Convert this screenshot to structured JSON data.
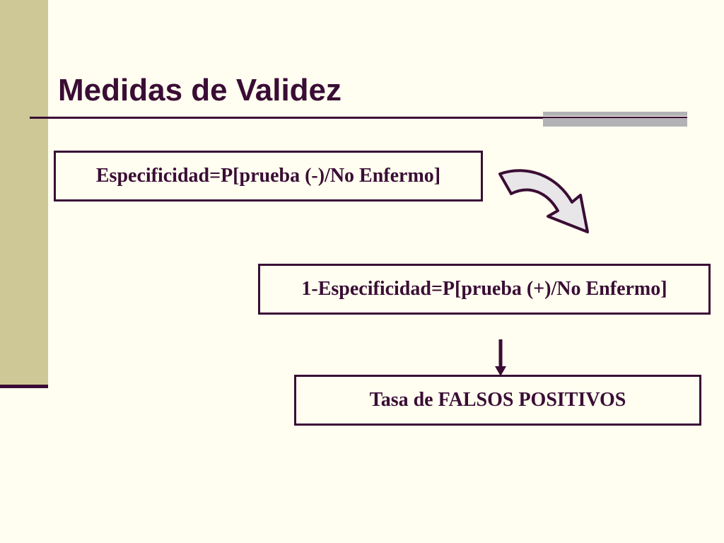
{
  "slide": {
    "title": "Medidas de Validez"
  },
  "flow": {
    "box1": "Especificidad=P[prueba (-)/No Enfermo]",
    "box2": "1-Especificidad=P[prueba (+)/No Enfermo]",
    "box3": "Tasa de FALSOS POSITIVOS"
  },
  "icons": {
    "curved_arrow": "curved-arrow-icon",
    "down_arrow": "down-arrow-icon"
  },
  "colors": {
    "background": "#fffef0",
    "sidebar": "#cdc895",
    "accent": "#3a0d35",
    "accent_bar": "#b3b3b6",
    "arrow_fill": "#e8e6e8"
  }
}
